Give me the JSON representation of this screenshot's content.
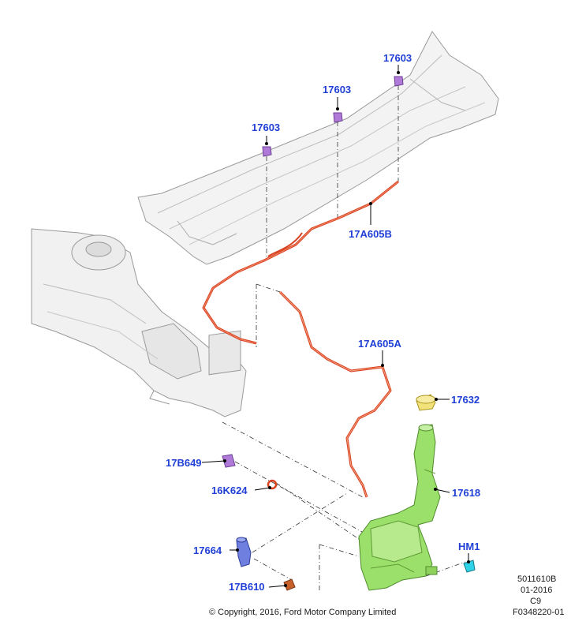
{
  "colors": {
    "callout_text": "#1f3fd6",
    "hose": "#d8401e",
    "reservoir": "#9be06a",
    "reservoir_edge": "#4f8a2c",
    "cap": "#f2e27a",
    "clip": "#b07ad8",
    "pump": "#6f7fe0",
    "sensor": "#2fd3e8",
    "grommet": "#d8401e",
    "connector": "#c8602a",
    "structure_fill": "#f1f1f1",
    "structure_edge": "#9a9a9a"
  },
  "callouts": [
    {
      "id": "c1",
      "text": "17603"
    },
    {
      "id": "c2",
      "text": "17603"
    },
    {
      "id": "c3",
      "text": "17603"
    },
    {
      "id": "c4",
      "text": "17A605B"
    },
    {
      "id": "c5",
      "text": "17A605A"
    },
    {
      "id": "c6",
      "text": "17632"
    },
    {
      "id": "c7",
      "text": "17618"
    },
    {
      "id": "c8",
      "text": "17B649"
    },
    {
      "id": "c9",
      "text": "16K624"
    },
    {
      "id": "c10",
      "text": "17664"
    },
    {
      "id": "c11",
      "text": "HM1"
    },
    {
      "id": "c12",
      "text": "17B610"
    }
  ],
  "footer": {
    "copyright": "© Copyright, 2016, Ford Motor Company Limited",
    "doc_number": "5011610B",
    "date": "01-2016",
    "code": "C9",
    "figure_id": "F0348220-01"
  }
}
